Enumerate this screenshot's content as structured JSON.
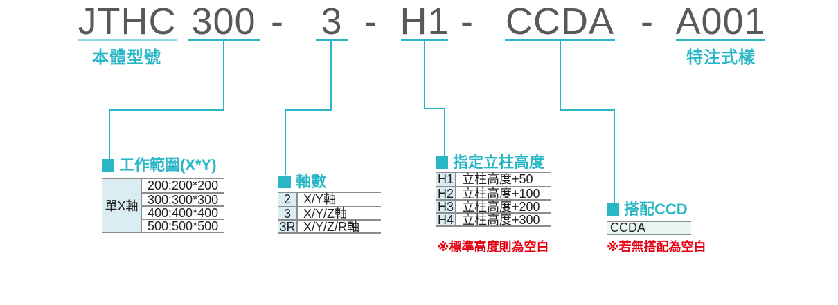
{
  "model_code": {
    "separator": "-",
    "segments": [
      {
        "text": "JTHC",
        "label": "本體型號"
      },
      {
        "text": "300"
      },
      {
        "text": "3"
      },
      {
        "text": "H1"
      },
      {
        "text": "CCDA"
      },
      {
        "text": "A001",
        "label": "特注式樣"
      }
    ]
  },
  "sections": [
    {
      "title": "工作範圍(X*Y)",
      "table": {
        "merged_col": "單X軸",
        "rows": [
          "200:200*200",
          "300:300*300",
          "400:400*400",
          "500:500*500"
        ]
      }
    },
    {
      "title": "軸數",
      "table": {
        "rows": [
          [
            "2",
            "X/Y軸"
          ],
          [
            "3",
            "X/Y/Z軸"
          ],
          [
            "3R",
            "X/Y/Z/R軸"
          ]
        ]
      }
    },
    {
      "title": "指定立柱高度",
      "table": {
        "rows": [
          [
            "H1",
            "立柱高度+50"
          ],
          [
            "H2",
            "立柱高度+100"
          ],
          [
            "H3",
            "立柱高度+200"
          ],
          [
            "H4",
            "立柱高度+300"
          ]
        ]
      },
      "note": "※標準高度則為空白"
    },
    {
      "title": "搭配CCD",
      "table": {
        "rows": [
          [
            "CCDA"
          ]
        ]
      },
      "note": "※若無搭配為空白"
    }
  ],
  "colors": {
    "accent": "#29b7c6",
    "accent_light": "#8fdbe2",
    "cell_bg": "#d9edf2",
    "cell_bg_light": "#e9f5f2",
    "text_dark": "#58595b",
    "table_text": "#231f20",
    "red": "#e60012",
    "border": "#8c8c8c"
  }
}
